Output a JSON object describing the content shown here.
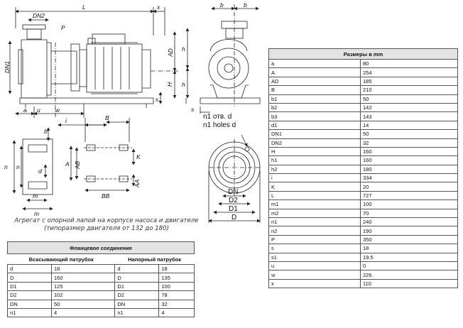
{
  "drawing_labels": {
    "L": "L",
    "DN2": "DN2",
    "x": "x",
    "b2": "b",
    "b2s": "2",
    "b3": "b",
    "b3s": "3",
    "P": "P",
    "h2": "h",
    "h2s": "2",
    "AD": "AD",
    "H": "H",
    "h1": "h",
    "h1s": "1",
    "s1": "s",
    "s1s": "1",
    "s": "s",
    "DN1": "DN1",
    "a": "a",
    "u": "u",
    "w": "w",
    "i": "i",
    "B": "B",
    "b1": "b",
    "b1s": "1",
    "K": "K",
    "n1": "n",
    "n1s": "1",
    "n2": "n",
    "n2s": "2",
    "A": "A",
    "AB": "AB",
    "AA": "AA",
    "BB": "BB",
    "d1": "d",
    "d1s": "1",
    "m1": "m",
    "m1s": "1",
    "m2": "m",
    "m2s": "2",
    "holes_ru": "n1 отв. d",
    "holes_en": "n1 holes d",
    "DN": "DN",
    "D2": "D2",
    "D1": "D1",
    "D": "D"
  },
  "caption": {
    "line1": "Агрегат с опорной лапой на корпусе насоса и двигателе",
    "line2": "(типоразмер двигателя от 132 до 180)"
  },
  "dimensions_table": {
    "title": "Размеры в mm",
    "rows": [
      {
        "k": "a",
        "v": "80"
      },
      {
        "k": "A",
        "v": "254"
      },
      {
        "k": "AD",
        "v": "185"
      },
      {
        "k": "B",
        "v": "210"
      },
      {
        "k": "b1",
        "v": "50"
      },
      {
        "k": "b2",
        "v": "142"
      },
      {
        "k": "b3",
        "v": "143"
      },
      {
        "k": "d1",
        "v": "14"
      },
      {
        "k": "DN1",
        "v": "50"
      },
      {
        "k": "DN2",
        "v": "32"
      },
      {
        "k": "H",
        "v": "160"
      },
      {
        "k": "h1",
        "v": "160"
      },
      {
        "k": "h2",
        "v": "180"
      },
      {
        "k": "i",
        "v": "334"
      },
      {
        "k": "K",
        "v": "20"
      },
      {
        "k": "L",
        "v": "727"
      },
      {
        "k": "m1",
        "v": "100"
      },
      {
        "k": "m2",
        "v": "70"
      },
      {
        "k": "n1",
        "v": "240"
      },
      {
        "k": "n2",
        "v": "190"
      },
      {
        "k": "P",
        "v": "350"
      },
      {
        "k": "s",
        "v": "18"
      },
      {
        "k": "s1",
        "v": "19.5"
      },
      {
        "k": "u",
        "v": "0"
      },
      {
        "k": "w",
        "v": "226"
      },
      {
        "k": "x",
        "v": "110"
      }
    ]
  },
  "flange_table": {
    "title": "Фланцевое соединение",
    "suction": "Всасывающий патрубок",
    "discharge": "Напорный патрубок",
    "rows": [
      {
        "sk": "d",
        "sv": "18",
        "dk": "d",
        "dv": "18"
      },
      {
        "sk": "D",
        "sv": "160",
        "dk": "D",
        "dv": "135"
      },
      {
        "sk": "D1",
        "sv": "125",
        "dk": "D1",
        "dv": "100"
      },
      {
        "sk": "D2",
        "sv": "102",
        "dk": "D2",
        "dv": "78"
      },
      {
        "sk": "DN",
        "sv": "50",
        "dk": "DN",
        "dv": "32"
      },
      {
        "sk": "n1",
        "sv": "4",
        "dk": "n1",
        "dv": "4"
      }
    ]
  }
}
